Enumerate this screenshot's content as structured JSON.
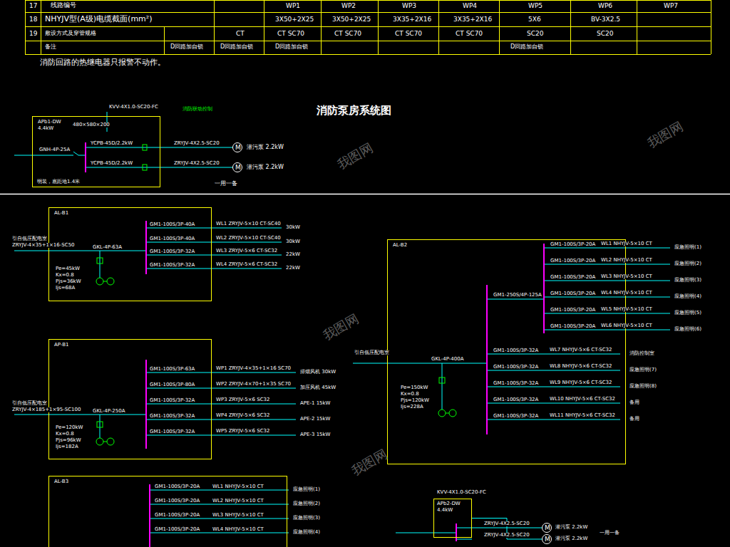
{
  "diagram": {
    "title": "消防泵房系统图",
    "nodes": [
      {
        "text": [
          "APb1-DW",
          "4.4kW",
          "480×580×200",
          "GNH-4P-25A",
          "YCPB-45D/2.2kW",
          "YCPB-45D/2.2kW",
          "明装，底距地1.4米"
        ]
      },
      {
        "text": [
          "M"
        ]
      },
      {
        "text": [
          "M"
        ]
      },
      {
        "text": [
          "AL-B1",
          "GKL-4P-63A",
          "GM1-100S/3P-40A",
          "GM1-100S/3P-40A",
          "GM1-100S/3P-32A",
          "GM1-100S/3P-32A",
          "Pe=45kW",
          "Kx=0.8",
          "Pjs=36kW",
          "Ijs=68A"
        ]
      },
      {
        "text": [
          "AP-B1",
          "GKL-4P-250A",
          "GM1-100S/3P-63A",
          "GM1-100S/3P-80A",
          "GM1-100S/3P-32A",
          "GM1-100S/3P-32A",
          "GM1-100S/3P-32A",
          "Pe=120kW",
          "Kx=0.8",
          "Pjs=96kW",
          "Ijs=182A"
        ]
      },
      {
        "text": [
          "AL-B3",
          "GM1-100S/3P-20A",
          "WL1 NHYJV-5×10 CT",
          "GM1-100S/3P-20A",
          "WL2 NHYJV-5×10 CT",
          "GM1-100S/3P-20A",
          "WL3 NHYJV-5×10 CT",
          "GM1-100S/3P-20A",
          "WL4 NHYJV-5×10 CT"
        ]
      },
      {
        "text": [
          "AL-B2",
          "GKL-4P-400A",
          "GM1-250S/4P-125A",
          "GM1-100S/3P-20A",
          "GM1-100S/3P-20A",
          "GM1-100S/3P-20A",
          "GM1-100S/3P-20A",
          "GM1-100S/3P-20A",
          "GM1-100S/3P-20A",
          "GM1-100S/3P-32A",
          "GM1-100S/3P-32A",
          "GM1-100S/3P-32A",
          "GM1-100S/3P-32A",
          "GM1-100S/3P-32A",
          "Pe=150kW",
          "Kx=0.8",
          "Pjs=120kW",
          "Ijs=228A"
        ]
      },
      {
        "text": [
          "APb2-DW",
          "4.4kW"
        ]
      },
      {
        "text": [
          "M"
        ]
      },
      {
        "text": [
          "M"
        ]
      }
    ],
    "edges": [
      {
        "from": 0,
        "to": 1,
        "label": "ZRYJV-4X2.5-SC20",
        "arrow": "none"
      },
      {
        "from": 0,
        "to": 2,
        "label": "ZRYJV-4X2.5-SC20",
        "arrow": "none"
      },
      {
        "from": 7,
        "to": 8,
        "label": "ZRYJV-4X2.5-SC20",
        "arrow": "none"
      },
      {
        "from": 7,
        "to": 9,
        "label": "ZRYJV-4X2.5-SC20",
        "arrow": "none"
      }
    ],
    "labels": [
      "17",
      "线路编号",
      "WP1",
      "WP2",
      "WP3",
      "WP4",
      "WP5",
      "WP6",
      "WP7",
      "18",
      "NHYJV型(A级)电缆截面(mm²)",
      "3X50+2X25",
      "3X50+2X25",
      "3X35+2X16",
      "3X35+2X16",
      "5X6",
      "BV-3X2.5",
      "19",
      "敷设方式及穿管规格",
      "CT",
      "CT SC70",
      "CT SC70",
      "CT SC70",
      "CT SC70",
      "SC20",
      "SC20",
      "备注",
      "D回路加自锁",
      "D回路加自锁",
      "D回路加自锁",
      "D回路加自锁",
      "消防回路的热继电器只报警不动作。",
      "KVV-4X1.0-SC20-FC",
      "消防联动控制",
      "潜污泵 2.2kW",
      "潜污泵 2.2kW",
      "一用一备",
      "WL1 ZRYJV-5×10 CT-SC40",
      "30kW",
      "WL2 ZRYJV-5×10 CT-SC40",
      "30kW",
      "WL3 ZRYJV-5×6 CT-SC32",
      "22kW",
      "WL4 ZRYJV-5×6 CT-SC32",
      "22kW",
      "引自低压配电室",
      "ZRYJV-4×35+1×16-SC50",
      "WP1 ZRYJV-4×35+1×16 SC70",
      "排烟风机 30kW",
      "WP2 ZRYJV-4×70+1×35 SC70",
      "加压风机 45kW",
      "WP3 ZRYJV-5×6 SC32",
      "APE-1 15kW",
      "WP4 ZRYJV-5×6 SC32",
      "APE-2 15kW",
      "WP5 ZRYJV-5×6 SC32",
      "APE-3 15kW",
      "引自低压配电室",
      "ZRYJV-4×185+1×95-SC100",
      "应急照明(1)",
      "应急照明(2)",
      "应急照明(3)",
      "应急照明(4)",
      "引自低压配电室",
      "WL1 NHYJV-5×10 CT",
      "应急照明(1)",
      "WL2 NHYJV-5×10 CT",
      "应急照明(2)",
      "WL3 NHYJV-5×10 CT",
      "应急照明(3)",
      "WL4 NHYJV-5×10 CT",
      "应急照明(4)",
      "WL5 NHYJV-5×10 CT",
      "应急照明(5)",
      "WL6 NHYJV-5×10 CT",
      "应急照明(6)",
      "WL7 NHYJV-5×6 CT-SC32",
      "消防控制室",
      "WL8 NHYJV-5×6 CT-SC32",
      "应急照明(7)",
      "WL9 NHYJV-5×6 CT-SC32",
      "应急照明(8)",
      "WL10 NHYJV-5×6 CT-SC32",
      "备用",
      "WL11 NHYJV-5×6 CT-SC32",
      "备用",
      "KVV-4X1.0-SC20-FC",
      "潜污泵 2.2kW",
      "潜污泵 2.2kW",
      "一用一备",
      "我图网",
      "我图网",
      "我图网",
      "我图网"
    ]
  }
}
